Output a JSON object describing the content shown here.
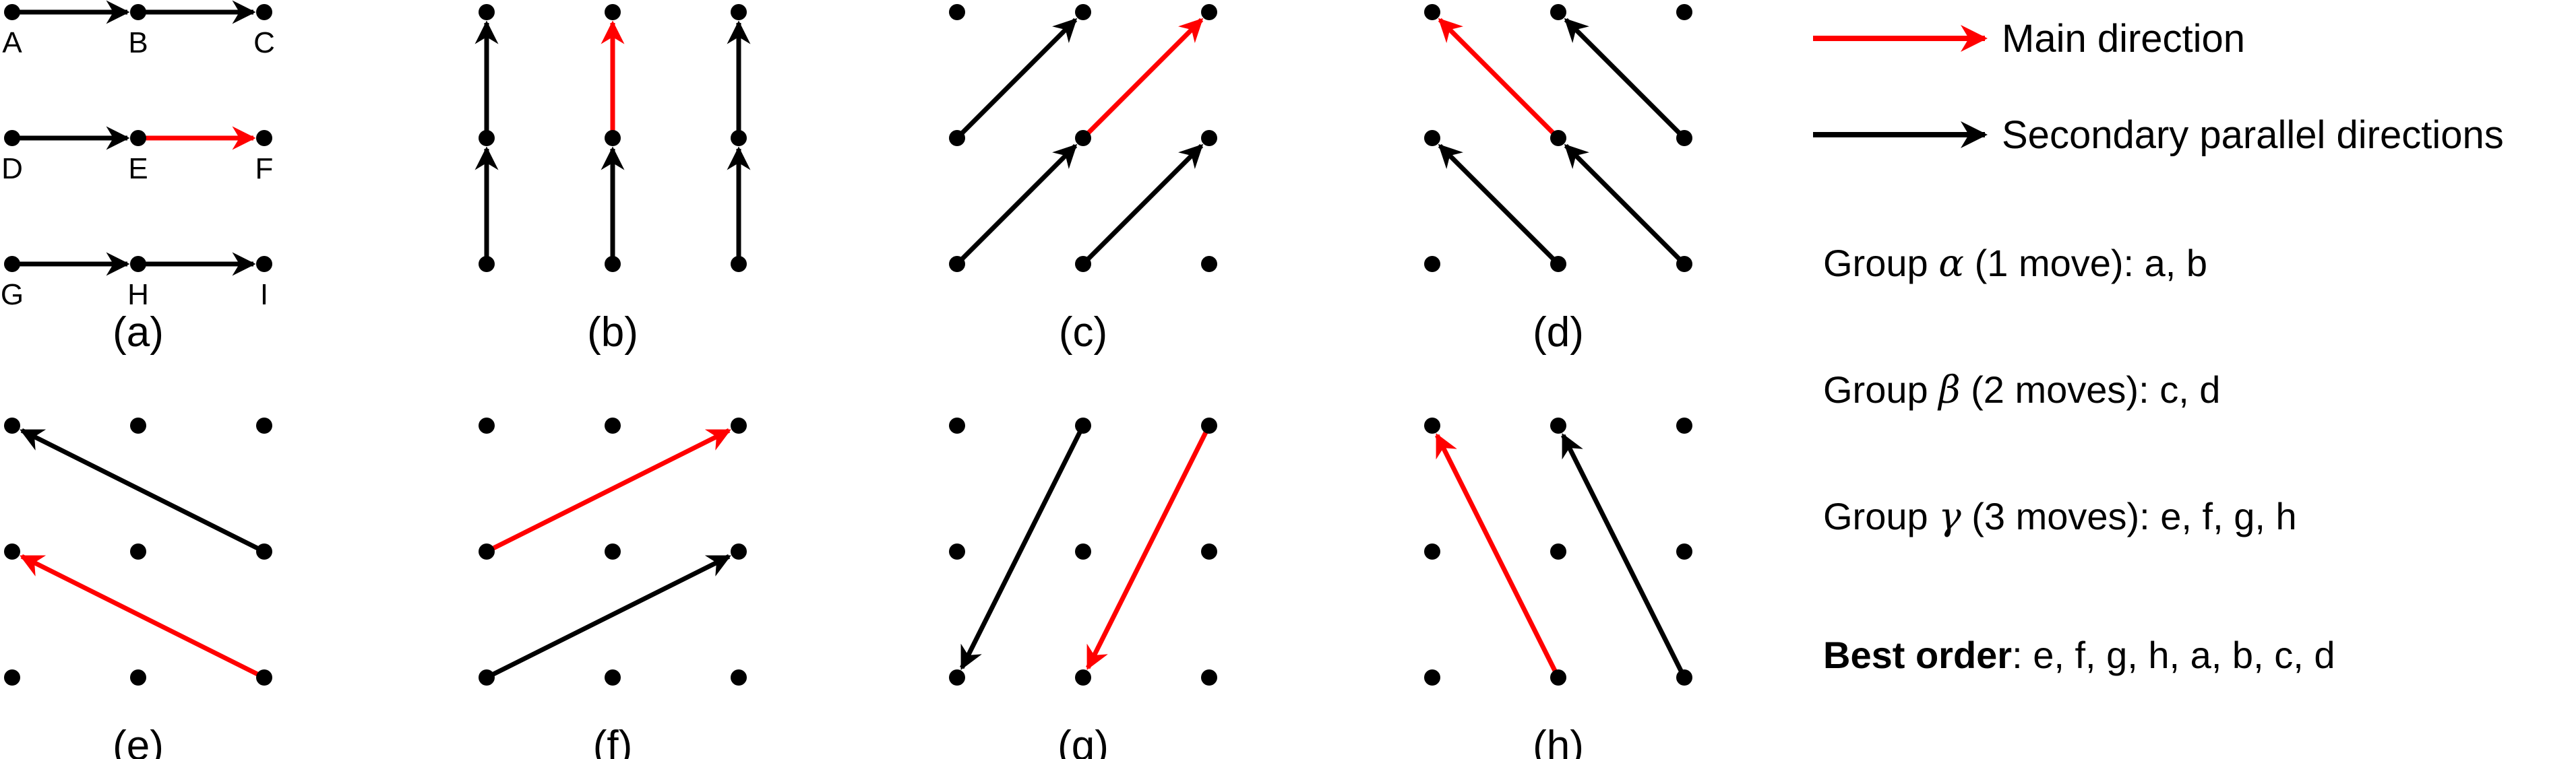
{
  "colors": {
    "main": "#ff0000",
    "secondary": "#000000"
  },
  "node_labels": [
    "A",
    "B",
    "C",
    "D",
    "E",
    "F",
    "G",
    "H",
    "I"
  ],
  "panels": [
    {
      "caption": "(a)",
      "main": [
        [
          1,
          1
        ],
        [
          2,
          1
        ]
      ],
      "secondary": [
        [
          [
            0,
            0
          ],
          [
            1,
            0
          ]
        ],
        [
          [
            1,
            0
          ],
          [
            2,
            0
          ]
        ],
        [
          [
            0,
            1
          ],
          [
            1,
            1
          ]
        ],
        [
          [
            0,
            2
          ],
          [
            1,
            2
          ]
        ],
        [
          [
            1,
            2
          ],
          [
            2,
            2
          ]
        ]
      ]
    },
    {
      "caption": "(b)",
      "main": [
        [
          1,
          1
        ],
        [
          1,
          0
        ]
      ],
      "secondary": [
        [
          [
            0,
            2
          ],
          [
            0,
            1
          ]
        ],
        [
          [
            0,
            1
          ],
          [
            0,
            0
          ]
        ],
        [
          [
            1,
            2
          ],
          [
            1,
            1
          ]
        ],
        [
          [
            2,
            2
          ],
          [
            2,
            1
          ]
        ],
        [
          [
            2,
            1
          ],
          [
            2,
            0
          ]
        ]
      ]
    },
    {
      "caption": "(c)",
      "main": [
        [
          1,
          1
        ],
        [
          2,
          0
        ]
      ],
      "secondary": [
        [
          [
            0,
            2
          ],
          [
            1,
            1
          ]
        ],
        [
          [
            0,
            1
          ],
          [
            1,
            0
          ]
        ],
        [
          [
            1,
            2
          ],
          [
            2,
            1
          ]
        ]
      ]
    },
    {
      "caption": "(d)",
      "main": [
        [
          1,
          1
        ],
        [
          0,
          0
        ]
      ],
      "secondary": [
        [
          [
            2,
            1
          ],
          [
            1,
            0
          ]
        ],
        [
          [
            1,
            2
          ],
          [
            0,
            1
          ]
        ],
        [
          [
            2,
            2
          ],
          [
            1,
            1
          ]
        ]
      ]
    },
    {
      "caption": "(e)",
      "main": [
        [
          2,
          2
        ],
        [
          0,
          1
        ]
      ],
      "secondary": [
        [
          [
            2,
            1
          ],
          [
            0,
            0
          ]
        ]
      ]
    },
    {
      "caption": "(f)",
      "main": [
        [
          0,
          1
        ],
        [
          2,
          0
        ]
      ],
      "secondary": [
        [
          [
            0,
            2
          ],
          [
            2,
            1
          ]
        ]
      ]
    },
    {
      "caption": "(g)",
      "main": [
        [
          2,
          0
        ],
        [
          1,
          2
        ]
      ],
      "secondary": [
        [
          [
            1,
            0
          ],
          [
            0,
            2
          ]
        ]
      ]
    },
    {
      "caption": "(h)",
      "main": [
        [
          1,
          2
        ],
        [
          0,
          0
        ]
      ],
      "secondary": [
        [
          [
            2,
            2
          ],
          [
            1,
            0
          ]
        ]
      ]
    }
  ],
  "legend": {
    "main_label": "Main direction",
    "secondary_label": "Secondary parallel directions"
  },
  "groups": {
    "alpha": {
      "prefix": "Group ",
      "symbol": "α",
      "suffix": "  (1 move): a, b"
    },
    "beta": {
      "prefix": "Group ",
      "symbol": "β",
      "suffix": " (2 moves): c, d"
    },
    "gamma": {
      "prefix": "Group ",
      "symbol": "γ",
      "suffix": " (3 moves): e, f, g, h"
    },
    "best": {
      "label": "Best order",
      "value": ": e, f, g, h, a, b, c, d"
    }
  }
}
